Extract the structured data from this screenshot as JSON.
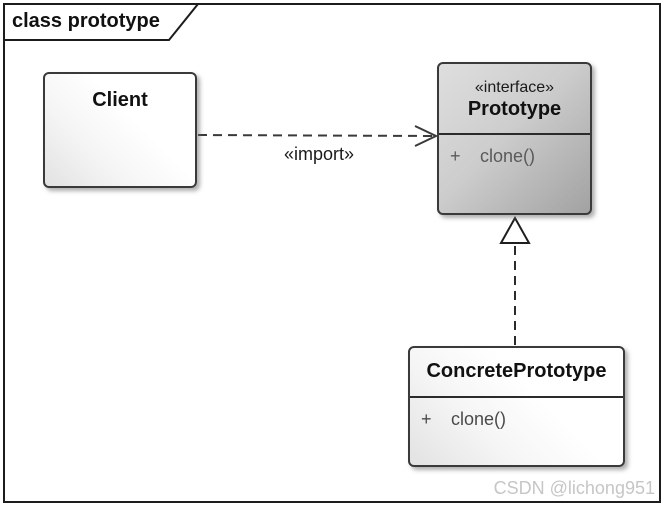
{
  "frame": {
    "title": "class prototype"
  },
  "nodes": {
    "client": {
      "name": "Client"
    },
    "prototype": {
      "stereotype": "«interface»",
      "name": "Prototype",
      "methods": [
        {
          "visibility": "+",
          "signature": "clone()"
        }
      ]
    },
    "concrete_prototype": {
      "name": "ConcretePrototype",
      "methods": [
        {
          "visibility": "+",
          "signature": "clone()"
        }
      ]
    }
  },
  "edges": {
    "import_dependency": {
      "label": "«import»"
    }
  },
  "watermark": "CSDN @lichong951",
  "colors": {
    "frame_border": "#1c1c1c",
    "box_border": "#3a3a3a",
    "class_fill_start": "#ffffff",
    "class_fill_end": "#e2e2e2",
    "interface_fill_start": "#dedede",
    "interface_fill_end": "#a2a2a2",
    "method_text": "#5a5a5a",
    "watermark_text": "#c6c6c6"
  }
}
